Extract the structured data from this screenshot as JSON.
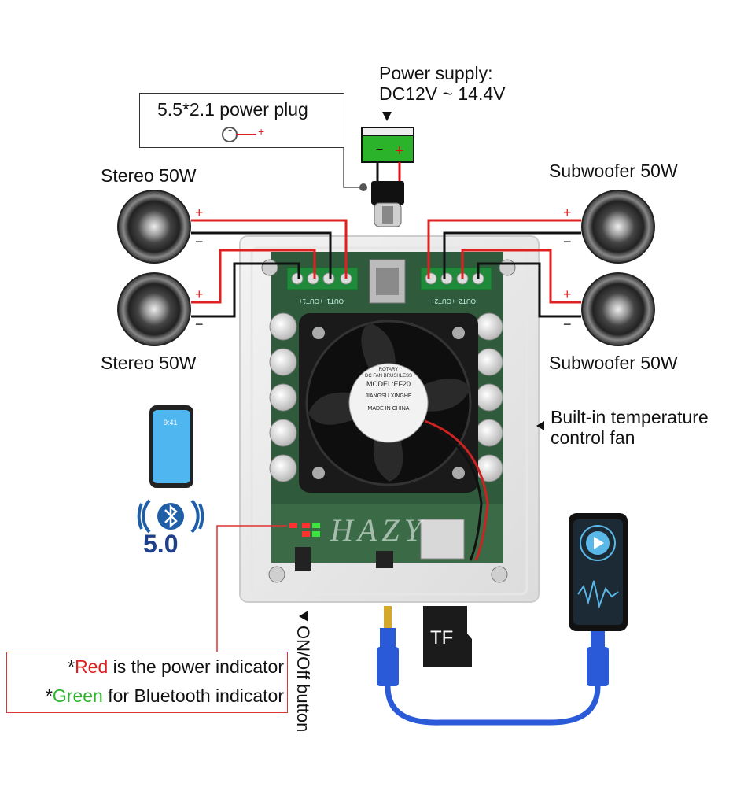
{
  "power_plug": {
    "label": "5.5*2.1 power plug",
    "minus": "-",
    "plus": "+"
  },
  "power_supply": {
    "line1": "Power supply:",
    "line2": "DC12V ~ 14.4V",
    "minus": "−",
    "plus": "+"
  },
  "speakers": {
    "left_top": "Stereo 50W",
    "left_bottom": "Stereo 50W",
    "right_top": "Subwoofer 50W",
    "right_bottom": "Subwoofer 50W",
    "plus": "+",
    "minus": "−"
  },
  "fan": {
    "line1": "Built-in temperature",
    "line2": "control fan",
    "label_a": "ROTARY",
    "label_b": "DC FAN BRUSHLESS",
    "model": "MODEL:EF20",
    "maker": "JIANGSU XINGHE",
    "origin": "MADE IN CHINA"
  },
  "board": {
    "terminal_left": "-OUT1-  +OUT1+",
    "terminal_right": "-OUT2-  +OUT2+",
    "logo": "HAZY"
  },
  "bluetooth": {
    "version": "5.0",
    "phone_time": "9:41"
  },
  "indicators": {
    "star1": "*",
    "red_word": "Red",
    "red_rest": " is the power indicator",
    "star2": "*",
    "green_word": "Green",
    "green_rest": " for Bluetooth indicator",
    "red_color": "#e02020",
    "green_color": "#2db52d"
  },
  "on_off": {
    "label": "ON/Off button"
  },
  "tf_card": {
    "label": "TF"
  }
}
